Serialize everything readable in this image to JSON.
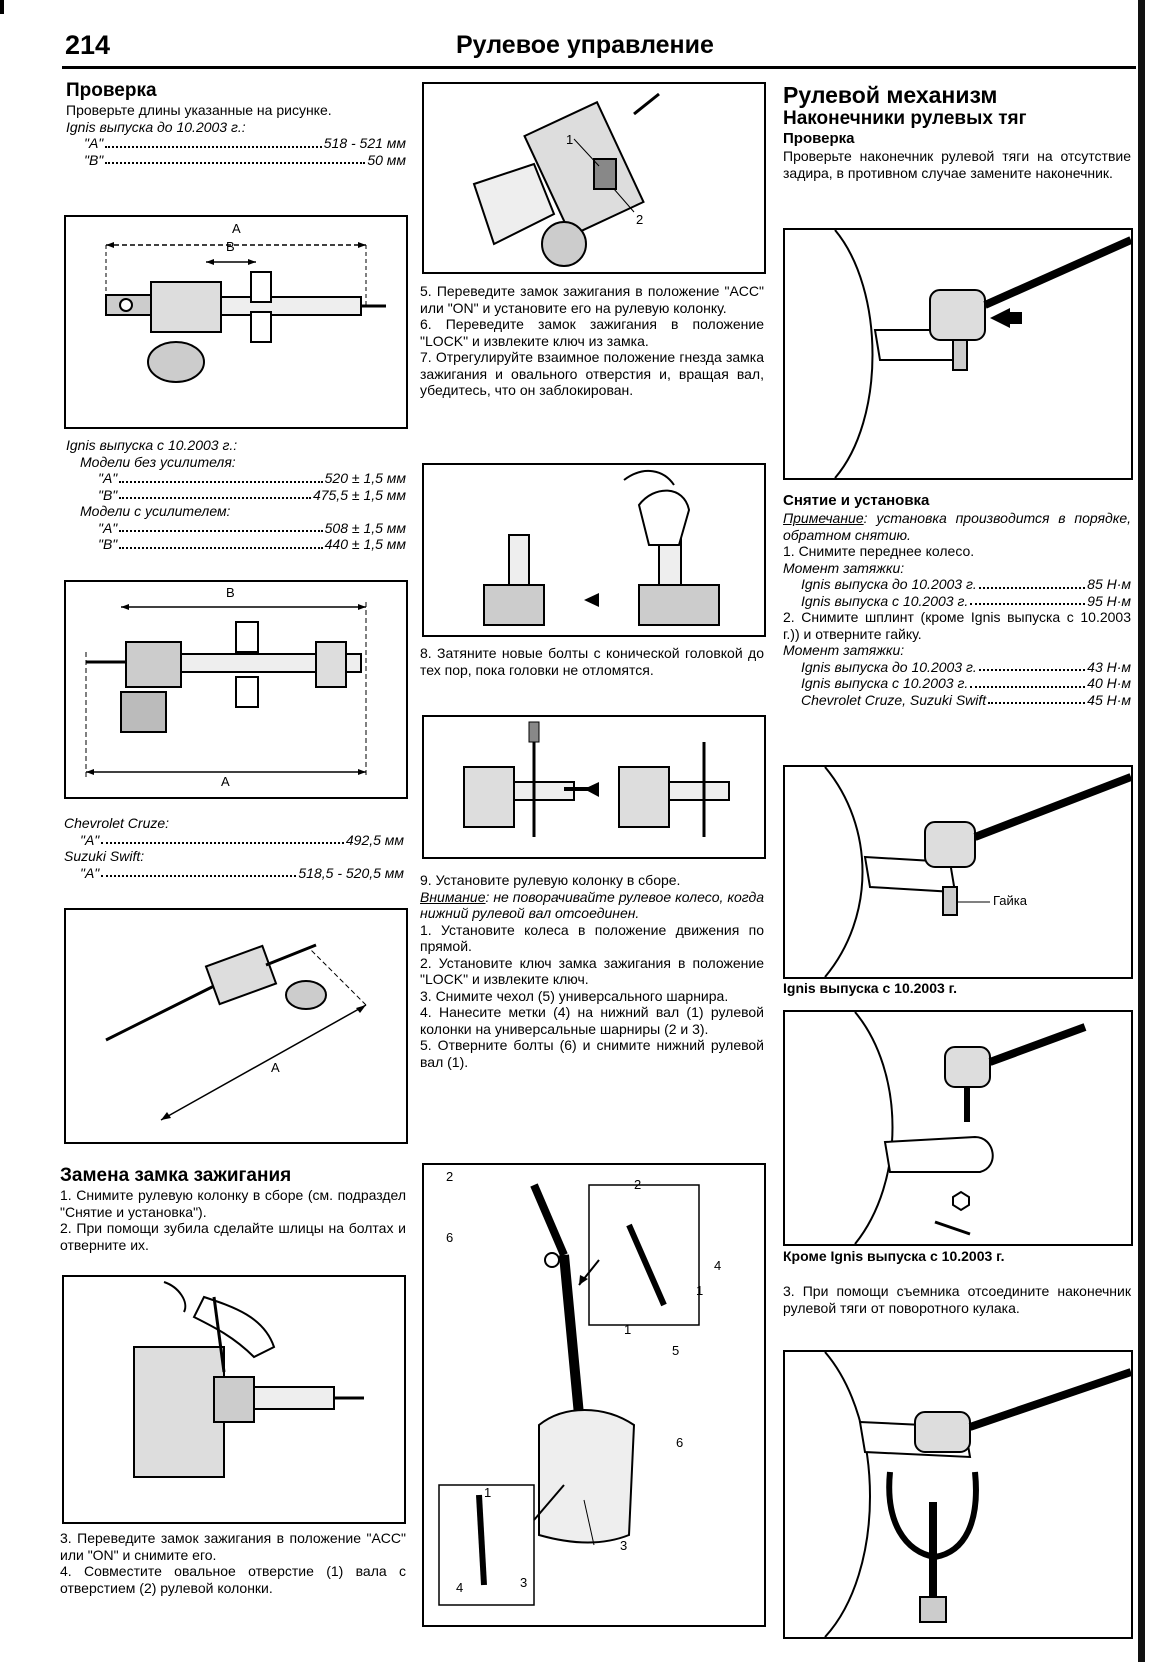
{
  "header": {
    "page_number": "214",
    "title": "Рулевое управление"
  },
  "col1": {
    "check_title": "Проверка",
    "check_text": "Проверьте длины указанные на рисунке.",
    "ignis_before_label": "Ignis выпуска до 10.2003 г.:",
    "ignis_before_A_label": "\"A\"",
    "ignis_before_A_val": "518 - 521 мм",
    "ignis_before_B_label": "\"B\"",
    "ignis_before_B_val": "50 мм",
    "fig1_label_A": "A",
    "fig1_label_B": "B",
    "ignis_after_label": "Ignis выпуска с 10.2003 г.:",
    "no_amp_label": "Модели без усилителя:",
    "no_amp_A_label": "\"A\"",
    "no_amp_A_val": "520 ± 1,5 мм",
    "no_amp_B_label": "\"B\"",
    "no_amp_B_val": "475,5 ± 1,5 мм",
    "amp_label": "Модели с усилителем:",
    "amp_A_label": "\"A\"",
    "amp_A_val": "508 ± 1,5 мм",
    "amp_B_label": "\"B\"",
    "amp_B_val": "440 ± 1,5 мм",
    "fig2_label_B": "B",
    "fig2_label_A": "A",
    "cruze_label": "Chevrolet Cruze:",
    "cruze_A_label": "\"A\"",
    "cruze_A_val": "492,5 мм",
    "swift_label": "Suzuki Swift:",
    "swift_A_label": "\"A\"",
    "swift_A_val": "518,5 - 520,5 мм",
    "fig3_label_A": "A",
    "ignition_title": "Замена замка зажигания",
    "ign_step1": "1. Снимите рулевую колонку в сборе (см. подраздел \"Снятие и установка\").",
    "ign_step2": "2. При помощи зубила сделайте шлицы на болтах и отверните их.",
    "ign_step3": "3. Переведите замок зажигания в положение \"ACC\" или \"ON\" и снимите его.",
    "ign_step4": "4. Совместите овальное отверстие (1) вала с отверстием (2) рулевой колонки."
  },
  "col2": {
    "fig_top_label_1": "1",
    "fig_top_label_2": "2",
    "step5": "5. Переведите замок зажигания в положение \"ACC\" или \"ON\" и установите его на рулевую колонку.",
    "step6": "6. Переведите замок зажигания в положение \"LOCK\" и извлеките ключ из замка.",
    "step7": "7. Отрегулируйте взаимное положение гнезда замка зажигания и овального отверстия и, вращая вал, убедитесь, что он заблокирован.",
    "step8": "8. Затяните новые болты с конической головкой до тех пор, пока головки не отломятся.",
    "step9": "9. Установите рулевую колонку в сборе.",
    "warning_label": "Внимание",
    "warning_text": ": не поворачивайте рулевое колесо, когда нижний рулевой вал отсоединен.",
    "sub1": "1. Установите колеса в положение движения по прямой.",
    "sub2": "2. Установите ключ замка зажигания в положение \"LOCK\" и извлеките ключ.",
    "sub3": "3. Снимите чехол (5) универсального шарнира.",
    "sub4": "4. Нанесите метки (4) на нижний вал (1) рулевой колонки на универсальные шарниры (2 и 3).",
    "sub5": "5. Отверните болты (6) и снимите нижний рулевой вал (1).",
    "shaft_labels": [
      "2",
      "6",
      "2",
      "4",
      "1",
      "1",
      "5",
      "6",
      "1",
      "3",
      "4",
      "3"
    ]
  },
  "col3": {
    "main_title": "Рулевой механизм",
    "sub_title": "Наконечники рулевых тяг",
    "check_title": "Проверка",
    "check_text": "Проверьте наконечник рулевой тяги на отсутствие задира, в противном случае замените наконечник.",
    "removal_title": "Снятие и установка",
    "note_label": "Примечание",
    "note_text": ": установка производится в порядке, обратном снятию.",
    "step1": "1. Снимите переднее колесо.",
    "torque1_label": "Момент затяжки:",
    "t1_a_label": "Ignis выпуска до 10.2003 г.",
    "t1_a_val": "85 Н·м",
    "t1_b_label": "Ignis выпуска с 10.2003 г.",
    "t1_b_val": "95 Н·м",
    "step2": "2. Снимите шплинт (кроме Ignis выпуска с 10.2003 г.)) и отверните гайку.",
    "torque2_label": "Момент затяжки:",
    "t2_a_label": "Ignis выпуска до 10.2003 г.",
    "t2_a_val": "43 Н·м",
    "t2_b_label": "Ignis выпуска с 10.2003 г.",
    "t2_b_val": "40 Н·м",
    "t2_c_label": "Chevrolet Cruze, Suzuki Swift",
    "t2_c_val": "45 Н·м",
    "nut_label": "Гайка",
    "caption1": "Ignis выпуска с 10.2003 г.",
    "caption2": "Кроме Ignis выпуска с 10.2003 г.",
    "step3": "3. При помощи съемника отсоедините наконечник рулевой тяги от поворотного кулака."
  }
}
